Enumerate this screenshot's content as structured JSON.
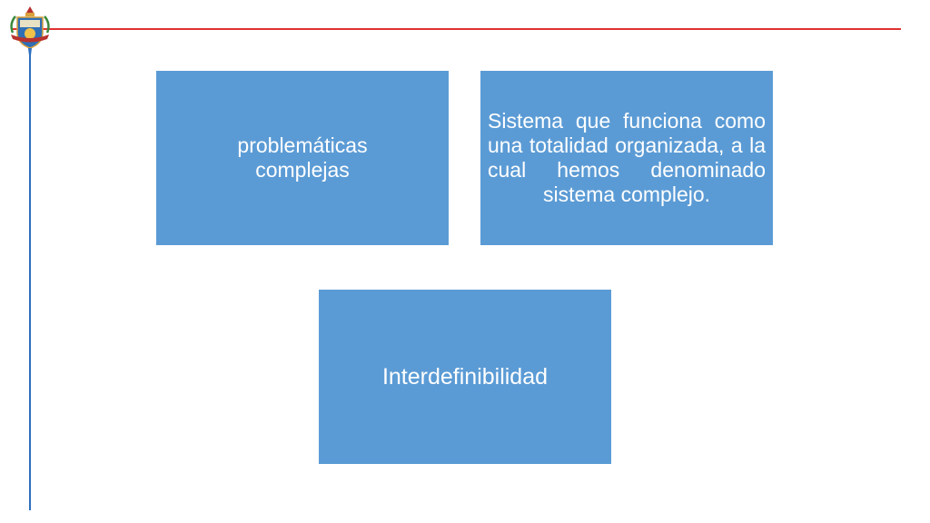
{
  "slide": {
    "boxes": [
      {
        "text": "problemáticas complejas"
      },
      {
        "text": "Sistema  que funciona como  una  totalidad organizada,  a  la  cual hemos denominado sistema complejo."
      },
      {
        "text": "Interdefinibilidad"
      }
    ]
  },
  "colors": {
    "box_fill": "#5b9bd5",
    "box_text": "#ffffff",
    "red_rule": "#e03131",
    "blue_rule": "#2e6fbf"
  },
  "icons": {
    "logo": "crest-emblem-icon"
  }
}
